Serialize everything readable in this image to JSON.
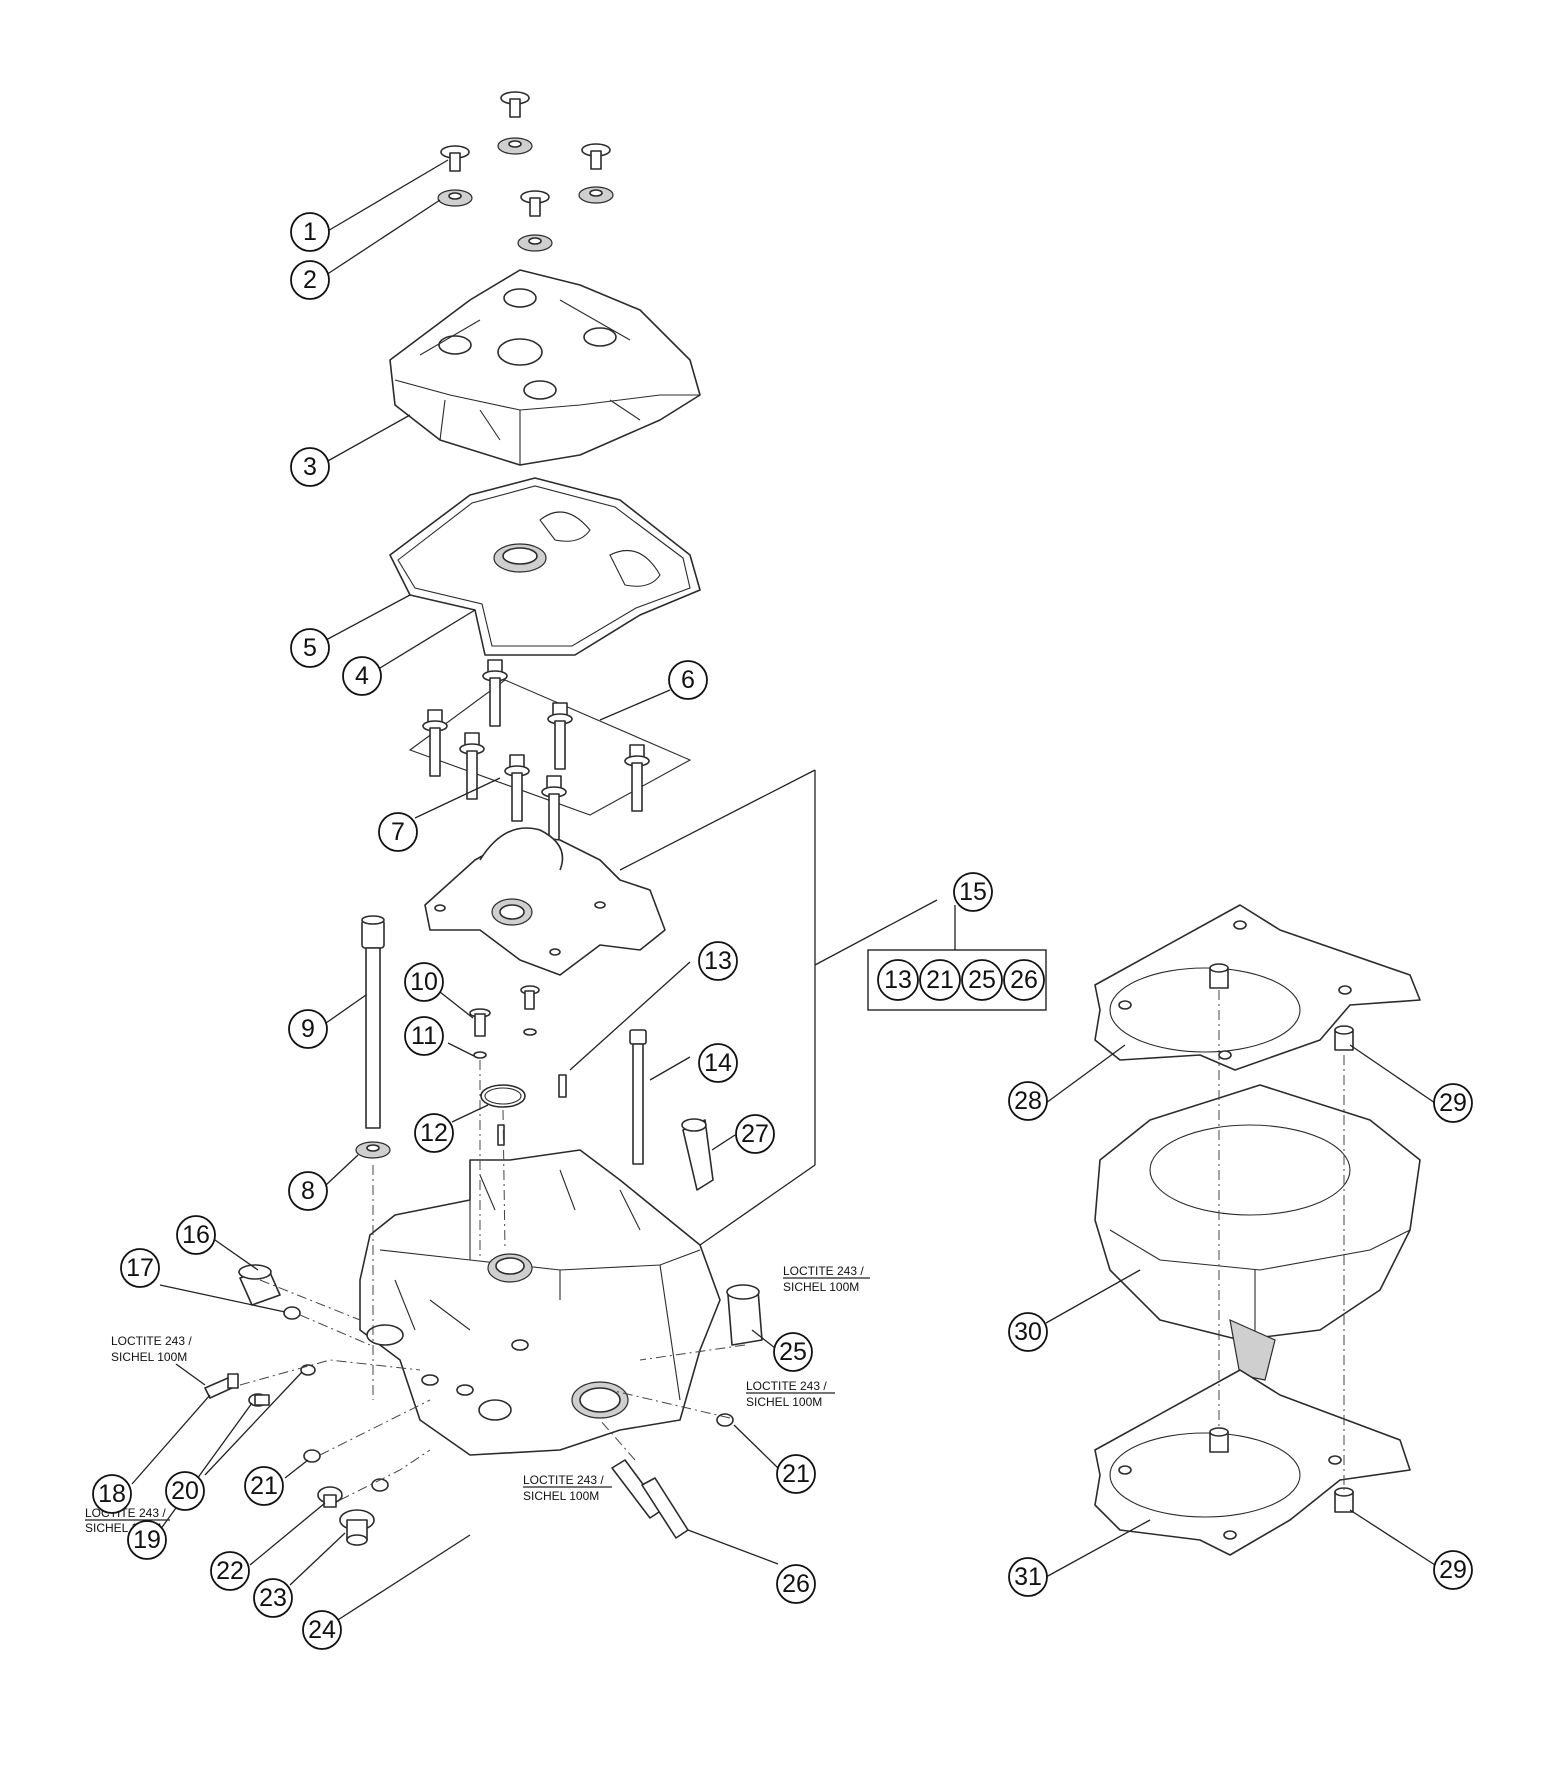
{
  "callouts": [
    "1",
    "2",
    "3",
    "4",
    "5",
    "6",
    "7",
    "8",
    "9",
    "10",
    "11",
    "12",
    "13",
    "14",
    "15",
    "16",
    "17",
    "18",
    "19",
    "20",
    "21",
    "22",
    "23",
    "24",
    "25",
    "26",
    "27",
    "28",
    "29",
    "30",
    "31"
  ],
  "kit": {
    "items": [
      "13",
      "21",
      "25",
      "26"
    ]
  },
  "notes": {
    "loctite_line1": "LOCTITE 243 /",
    "loctite_line2": "SICHEL 100M"
  },
  "colors": {
    "line": "#2b2b2b",
    "shade": "#cfcfcf",
    "background": "#ffffff"
  }
}
